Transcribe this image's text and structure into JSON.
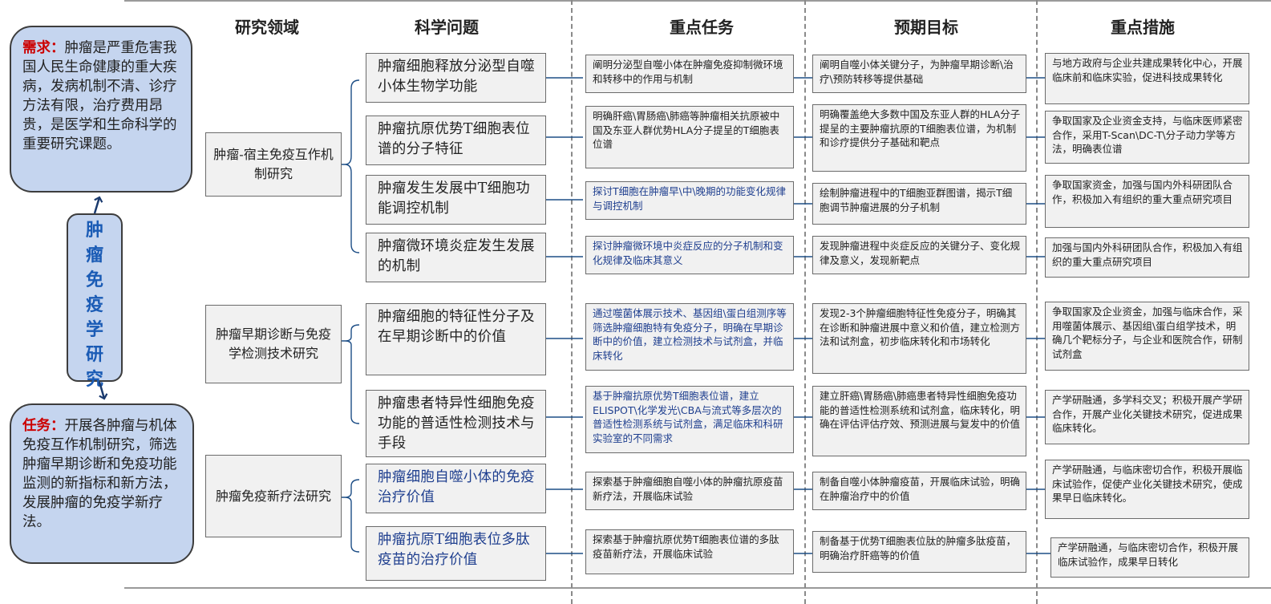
{
  "headers": {
    "field": "研究领域",
    "question": "科学问题",
    "task": "重点任务",
    "goal": "预期目标",
    "measure": "重点措施"
  },
  "demand": {
    "label": "需求：",
    "text": "肿瘤是严重危害我国人民生命健康的重大疾病，发病机制不清、诊疗方法有限，治疗费用昂贵，是医学和生命科学的重要研究课题。"
  },
  "center": {
    "title_chars": [
      "肿",
      "瘤",
      "免",
      "疫",
      "学",
      "研",
      "究"
    ]
  },
  "mission": {
    "label": "任务：",
    "text": "开展各肿瘤与机体免疫互作机制研究，筛选肿瘤早期诊断和免疫功能监测的新指标和新方法，发展肿瘤的免疫学新疗法。"
  },
  "fields": [
    {
      "text": "肿瘤-宿主免疫互作机制研究"
    },
    {
      "text": "肿瘤早期诊断与免疫学检测技术研究"
    },
    {
      "text": "肿瘤免疫新疗法研究"
    }
  ],
  "rows": [
    {
      "question": "肿瘤细胞释放分泌型自噬小体生物学功能",
      "task": "阐明分泌型自噬小体在肿瘤免疫抑制微环境和转移中的作用与机制",
      "goal": "阐明自噬小体关键分子，为肿瘤早期诊断\\治疗\\预防转移等提供基础",
      "measure": "与地方政府与企业共建成果转化中心，开展临床前和临床实验，促进科技成果转化"
    },
    {
      "question": "肿瘤抗原优势T细胞表位谱的分子特征",
      "task": "明确肝癌\\胃肠癌\\肺癌等肿瘤相关抗原被中国及东亚人群优势HLA分子提呈的T细胞表位谱",
      "goal": "明确覆盖绝大多数中国及东亚人群的HLA分子提呈的主要肿瘤抗原的T细胞表位谱，为机制和诊疗提供分子基础和靶点",
      "measure": "争取国家及企业资金支持，与临床医师紧密合作，采用T-Scan\\DC-T\\分子动力学等方法，明确表位谱"
    },
    {
      "question": "肿瘤发生发展中T细胞功能调控机制",
      "task": "探讨T细胞在肿瘤早\\中\\晚期的功能变化规律与调控机制",
      "goal": "绘制肿瘤进程中的T细胞亚群图谱，揭示T细胞调节肿瘤进展的分子机制",
      "measure": "争取国家资金，加强与国内外科研团队合作，积极加入有组织的重大重点研究项目"
    },
    {
      "question": "肿瘤微环境炎症发生发展的机制",
      "task": "探讨肿瘤微环境中炎症反应的分子机制和变化规律及临床其意义",
      "goal": "发现肿瘤进程中炎症反应的关键分子、变化规律及意义，发现新靶点",
      "measure": "加强与国内外科研团队合作，积极加入有组织的重大重点研究项目"
    },
    {
      "question": "肿瘤细胞的特征性分子及在早期诊断中的价值",
      "task": "通过噬菌体展示技术、基因组\\蛋白组测序等筛选肿瘤细胞特有免疫分子，明确在早期诊断中的价值，建立检测技术与试剂盒，并临床转化",
      "goal": "发现2-3个肿瘤细胞特征性免疫分子，明确其在诊断和肿瘤进展中意义和价值，建立检测方法和试剂盒，初步临床转化和市场转化",
      "measure": "争取国家及企业资金，加强与临床合作，采用噬菌体展示、基因组\\蛋白组学技术，明确几个靶标分子，与企业和医院合作，研制试剂盒"
    },
    {
      "question": "肿瘤患者特异性细胞免疫功能的普适性检测技术与手段",
      "task": "基于肿瘤抗原优势T细胞表位谱，建立ELISPOT\\化学发光\\CBA与流式等多层次的普适性检测系统与试剂盒，满足临床和科研实验室的不同需求",
      "goal": "建立肝癌\\胃肠癌\\肺癌患者特异性细胞免疫功能的普适性检测系统和试剂盒，临床转化，明确在评估评估疗效、预测进展与复发中的价值",
      "measure": "产学研融通，多学科交叉；积极开展产学研合作，开展产业化关键技术研究，促进成果临床转化。"
    },
    {
      "question": "肿瘤细胞自噬小体的免疫治疗价值",
      "task": "探索基于肿瘤细胞自噬小体的肿瘤抗原疫苗新疗法，开展临床试验",
      "goal": "制备自噬小体肿瘤疫苗，开展临床试验，明确在肿瘤治疗中的价值",
      "measure": "产学研融通，与临床密切合作，积极开展临床试验作，促使产业化关键技术研究，使成果早日临床转化。"
    },
    {
      "question": "肿瘤抗原T细胞表位多肽疫苗的治疗价值",
      "task": "探索基于肿瘤抗原优势T细胞表位谱的多肽疫苗新疗法，开展临床试验",
      "goal": "制备基于优势T细胞表位肽的肿瘤多肽疫苗，明确治疗肝癌等的价值",
      "measure": "产学研融通，与临床密切合作，积极开展临床试验作，成果早日转化"
    }
  ]
}
